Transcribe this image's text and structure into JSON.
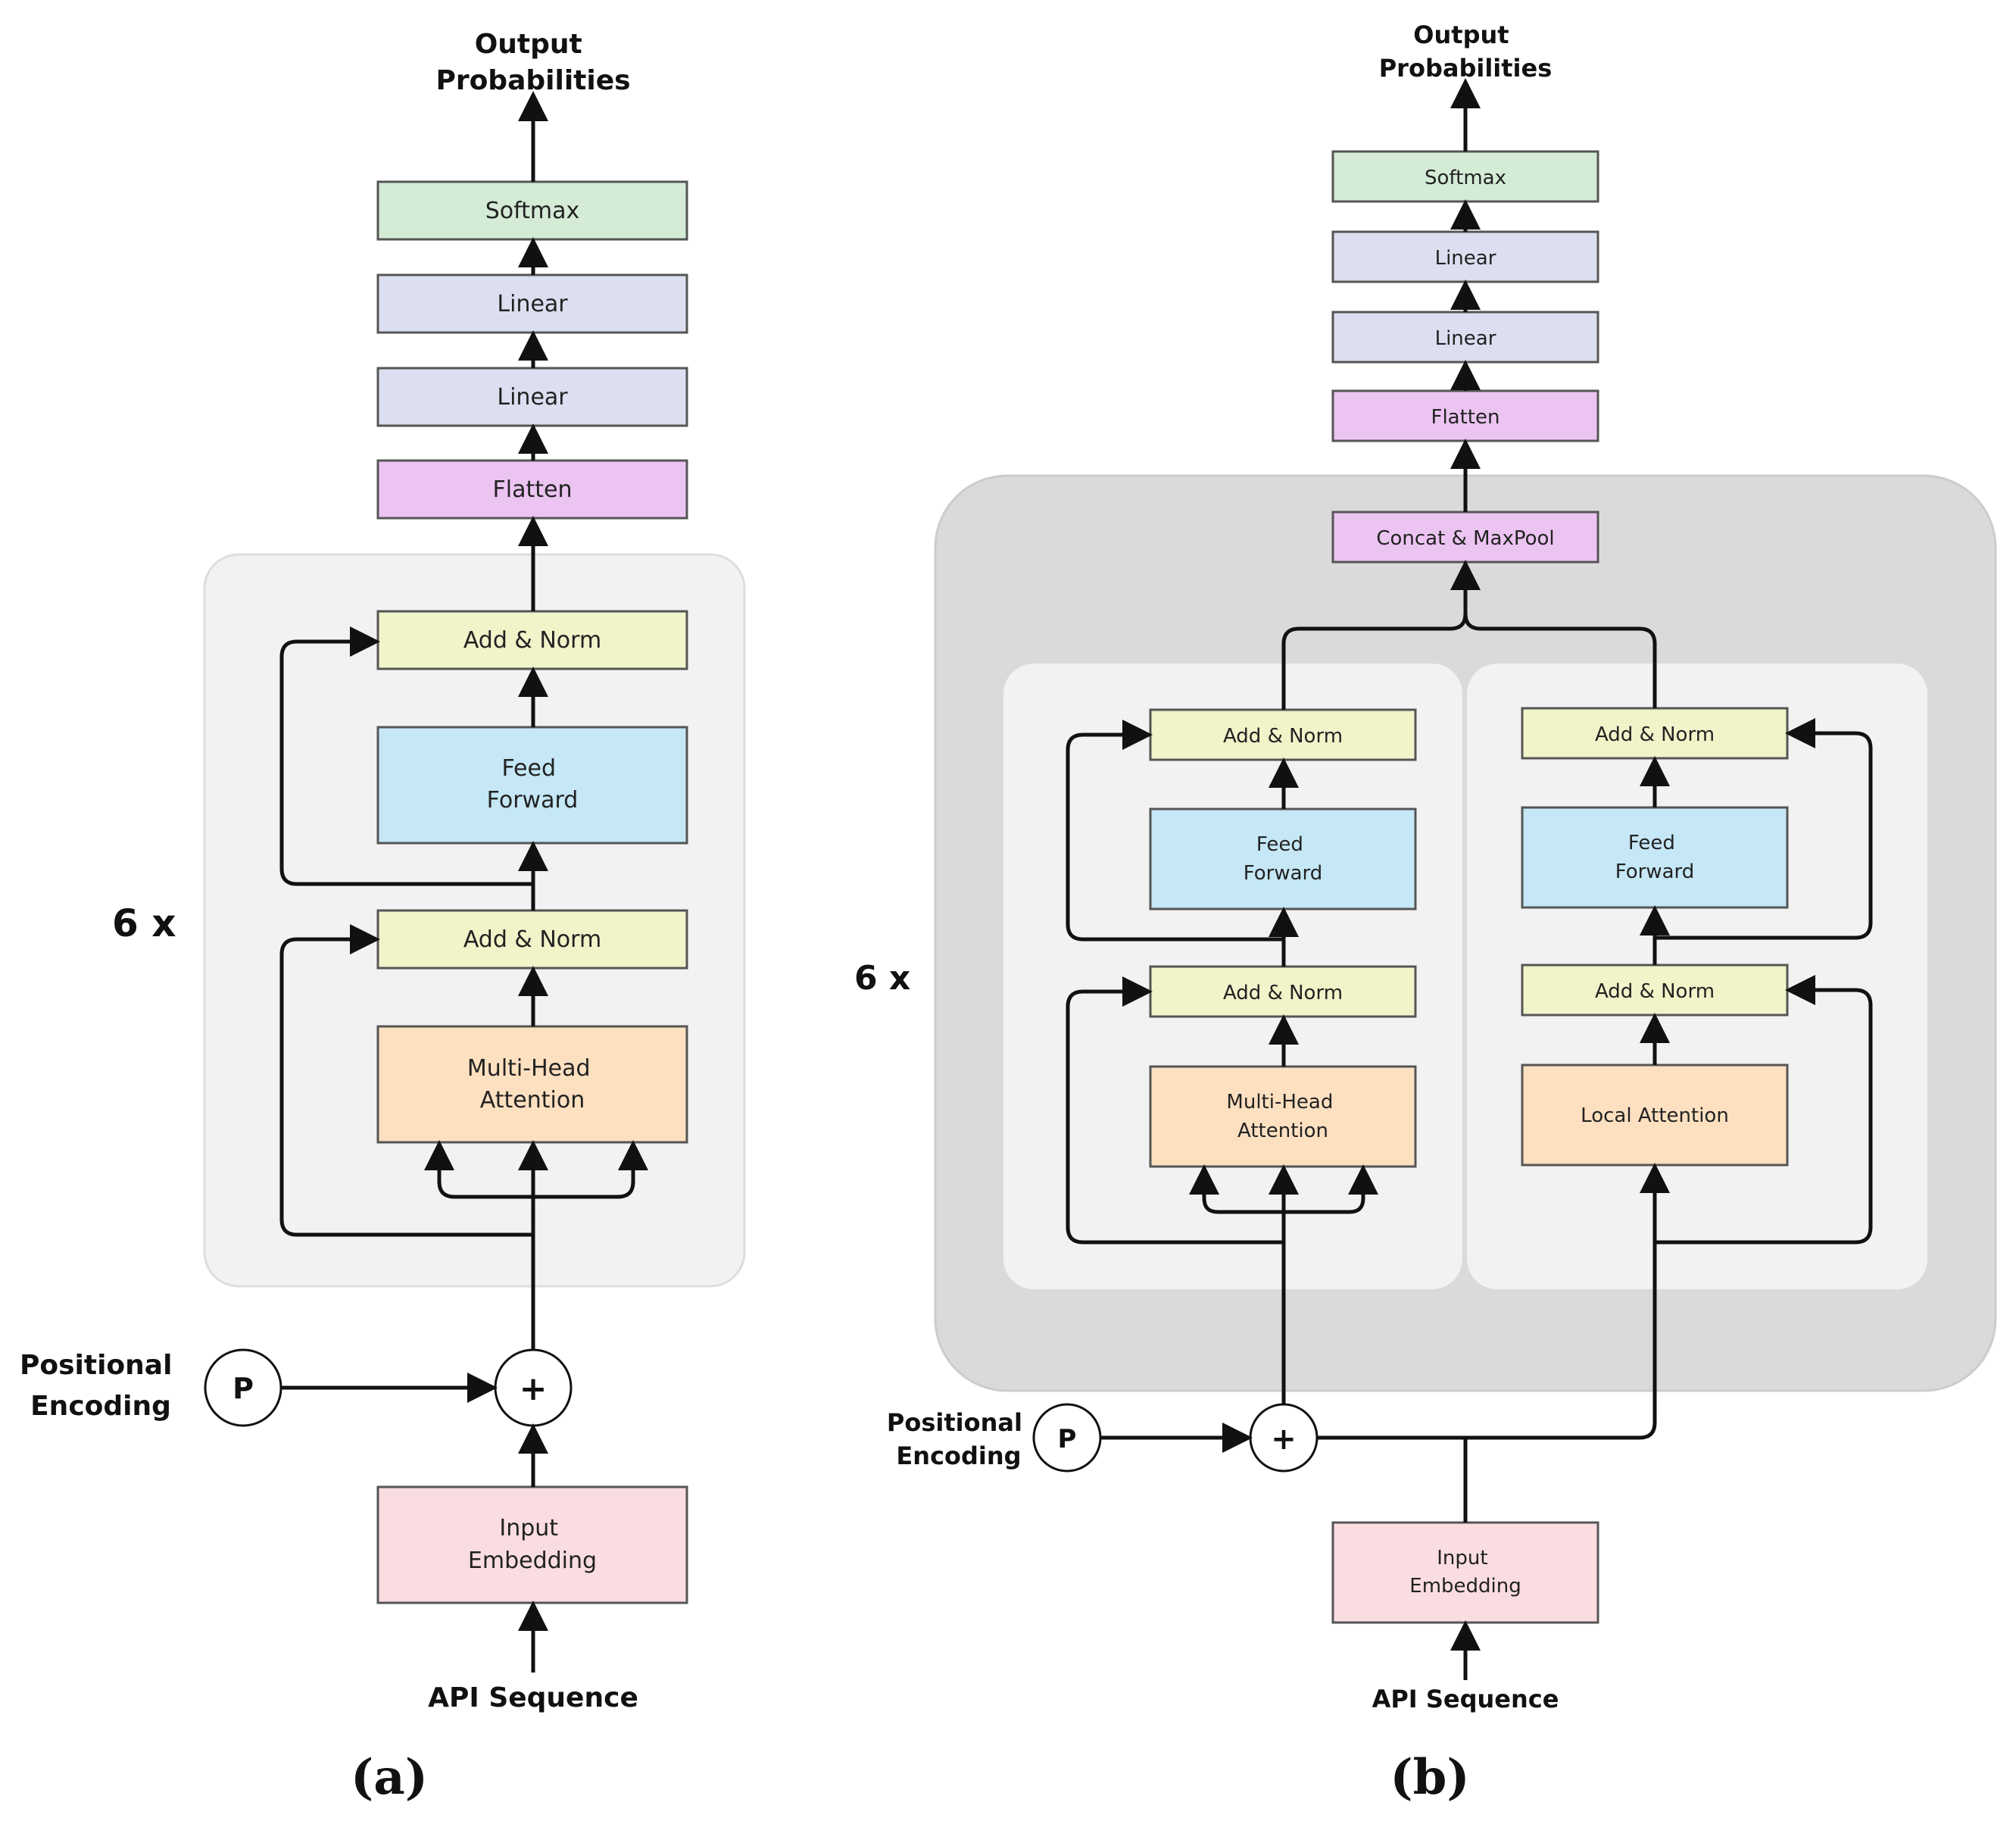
{
  "colors": {
    "softmax": "#d4ebd6",
    "linear": "#dcdff0",
    "flatten": "#ecc4f2",
    "concat": "#ecc4f2",
    "add_norm": "#f1f3c9",
    "feed_forward": "#c5e7f6",
    "attention": "#fde0c0",
    "embedding": "#fadde1",
    "panel_light": "#f2f2f2",
    "panel_dark": "#dadada",
    "edge": "#111111"
  },
  "a": {
    "output_label": [
      "Output",
      "Probabilities"
    ],
    "softmax": "Softmax",
    "linear_top": "Linear",
    "linear_bottom": "Linear",
    "flatten": "Flatten",
    "repeat": "6 x",
    "add_norm_top": "Add & Norm",
    "feed_forward": [
      "Feed",
      "Forward"
    ],
    "add_norm_bottom": "Add & Norm",
    "attention": [
      "Multi-Head",
      "Attention"
    ],
    "positional_label": [
      "Positional",
      "Encoding"
    ],
    "p_symbol": "P",
    "plus_symbol": "+",
    "input_embedding": [
      "Input",
      "Embedding"
    ],
    "input_label": "API Sequence",
    "caption": "(a)"
  },
  "b": {
    "output_label": [
      "Output",
      "Probabilities"
    ],
    "softmax": "Softmax",
    "linear_top": "Linear",
    "linear_bottom": "Linear",
    "flatten": "Flatten",
    "concat": "Concat & MaxPool",
    "repeat": "6 x",
    "left_branch": {
      "add_norm_top": "Add & Norm",
      "feed_forward": [
        "Feed",
        "Forward"
      ],
      "add_norm_bottom": "Add & Norm",
      "attention": [
        "Multi-Head",
        "Attention"
      ]
    },
    "right_branch": {
      "add_norm_top": "Add & Norm",
      "feed_forward": [
        "Feed",
        "Forward"
      ],
      "add_norm_bottom": "Add & Norm",
      "attention": [
        "Local Attention"
      ]
    },
    "positional_label": [
      "Positional",
      "Encoding"
    ],
    "p_symbol": "P",
    "plus_symbol": "+",
    "input_embedding": [
      "Input",
      "Embedding"
    ],
    "input_label": "API Sequence",
    "caption": "(b)"
  }
}
